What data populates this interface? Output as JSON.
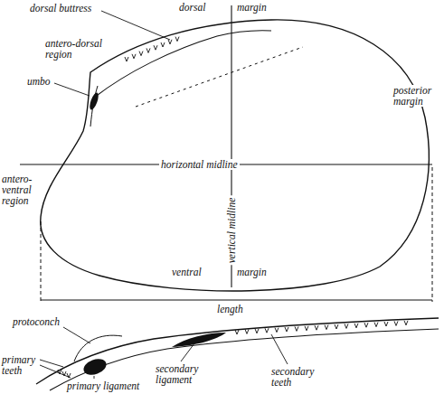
{
  "diagram": {
    "labels": [
      "dorsal buttress",
      "dorsal",
      "margin",
      "antero-dorsal region",
      "umbo",
      "posterior margin",
      "horizontal midline",
      "antero-ventral region",
      "vertical midline",
      "ventral",
      "margin",
      "length",
      "protoconch",
      "primary teeth",
      "primary ligament",
      "secondary ligament",
      "secondary teeth"
    ]
  }
}
